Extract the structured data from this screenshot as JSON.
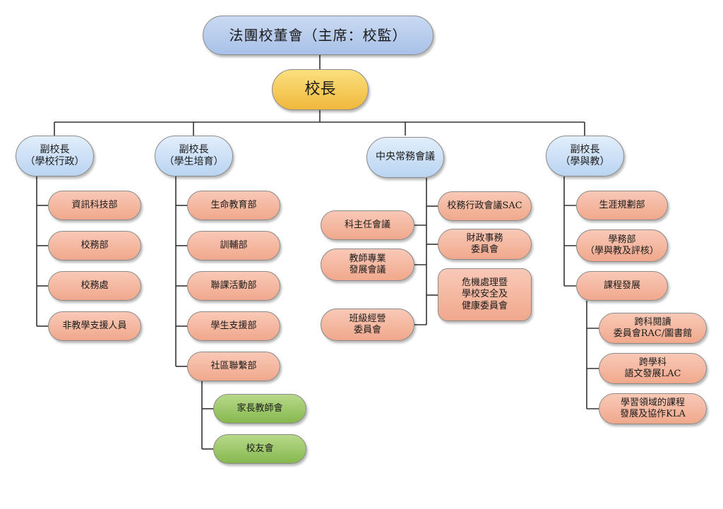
{
  "board": "法團校董會（主席：校監）",
  "principal": "校長",
  "admin_vp": {
    "title": "副校長\n（學校行政）",
    "units": [
      "資訊科技部",
      "校務部",
      "校務處",
      "非教學支援人員"
    ]
  },
  "student_vp": {
    "title": "副校長\n（學生培育）",
    "units": [
      "生命教育部",
      "訓輔部",
      "聯課活動部",
      "學生支援部",
      "社區聯繫部"
    ],
    "partners": [
      "家長教師會",
      "校友會"
    ]
  },
  "central": {
    "title": "中央常務會議",
    "left": [
      "科主任會議",
      "教師專業\n發展會議",
      "班級經營\n委員會"
    ],
    "right": [
      "校務行政會議SAC",
      "財政事務\n委員會",
      "危機處理暨\n學校安全及\n健康委員會"
    ]
  },
  "learning_vp": {
    "title": "副校長\n（學與教）",
    "units": [
      "生涯規劃部",
      "學務部\n（學與教及評核）",
      "課程發展"
    ],
    "sub": [
      "跨科閱讀\n委員會RAC/圖書館",
      "跨學科\n語文發展LAC",
      "學習領域的課程\n發展及協作KLA"
    ]
  },
  "colors": {
    "top": "#b7cbed",
    "principal": "#f4c24f",
    "vp": "#cfe0f6",
    "unit": "#f4b59d",
    "partner": "#9cc764",
    "line": "#333333"
  }
}
